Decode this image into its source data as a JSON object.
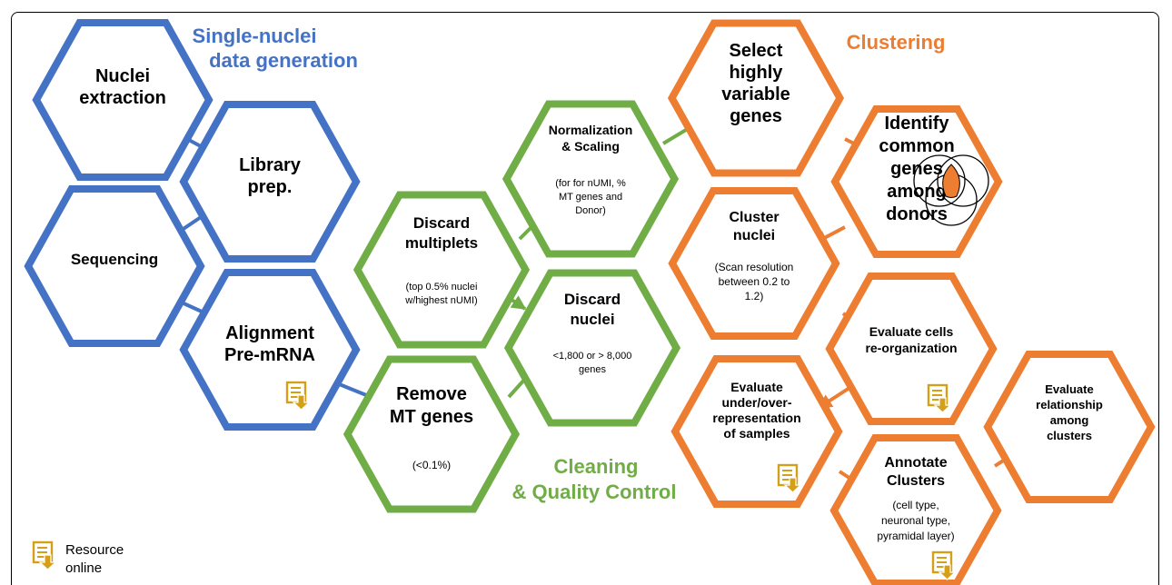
{
  "colors": {
    "blue": "#4472C4",
    "green": "#70AD47",
    "orange": "#ED7D31",
    "resource_icon": "#D4A017",
    "venn_fill": "#ED7D31"
  },
  "sections": {
    "generation": [
      "Single-nuclei",
      "data generation"
    ],
    "cleaning": [
      "Cleaning",
      "& Quality Control"
    ],
    "clustering": [
      "Clustering"
    ]
  },
  "steps": {
    "nuclei_extraction": {
      "title": [
        "Nuclei",
        "extraction"
      ],
      "detail": []
    },
    "library_prep": {
      "title": [
        "Library",
        "prep."
      ],
      "detail": []
    },
    "sequencing": {
      "title": [
        "Sequencing"
      ],
      "detail": []
    },
    "alignment": {
      "title": [
        "Alignment",
        "Pre-mRNA"
      ],
      "detail": []
    },
    "remove_mt": {
      "title": [
        "Remove",
        "MT  genes"
      ],
      "detail": [
        "(<0.1%)"
      ]
    },
    "discard_multiplets": {
      "title": [
        "Discard",
        "multiplets"
      ],
      "detail": [
        "(top 0.5% nuclei",
        "w/highest nUMI)"
      ]
    },
    "normalization": {
      "title": [
        "Normalization",
        "& Scaling"
      ],
      "detail": [
        "(for for nUMI, %",
        "MT genes and",
        "Donor)"
      ]
    },
    "discard_nuclei": {
      "title": [
        "Discard",
        "nuclei"
      ],
      "detail": [
        "<1,800 or > 8,000",
        "genes"
      ]
    },
    "select_hvg": {
      "title": [
        "Select",
        "highly",
        "variable",
        "genes"
      ],
      "detail": []
    },
    "identify_common": {
      "title": [
        "Identify",
        "common",
        "genes",
        "among",
        "donors"
      ],
      "detail": []
    },
    "cluster_nuclei": {
      "title": [
        "Cluster",
        "nuclei"
      ],
      "detail": [
        "(Scan resolution",
        "between 0.2 to",
        "1.2)"
      ]
    },
    "evaluate_reorg": {
      "title": [
        "Evaluate cells",
        "re-organization"
      ],
      "detail": []
    },
    "evaluate_under": {
      "title": [
        "Evaluate",
        "under/over-",
        "representation",
        "of samples"
      ],
      "detail": []
    },
    "annotate": {
      "title": [
        "Annotate",
        "Clusters"
      ],
      "detail": [
        "(cell type,",
        "neuronal type,",
        "pyramidal layer)"
      ]
    },
    "evaluate_relationship": {
      "title": [
        "Evaluate",
        "relationship",
        "among",
        "clusters"
      ],
      "detail": []
    }
  },
  "legend": {
    "label": [
      "Resource",
      "online"
    ]
  }
}
